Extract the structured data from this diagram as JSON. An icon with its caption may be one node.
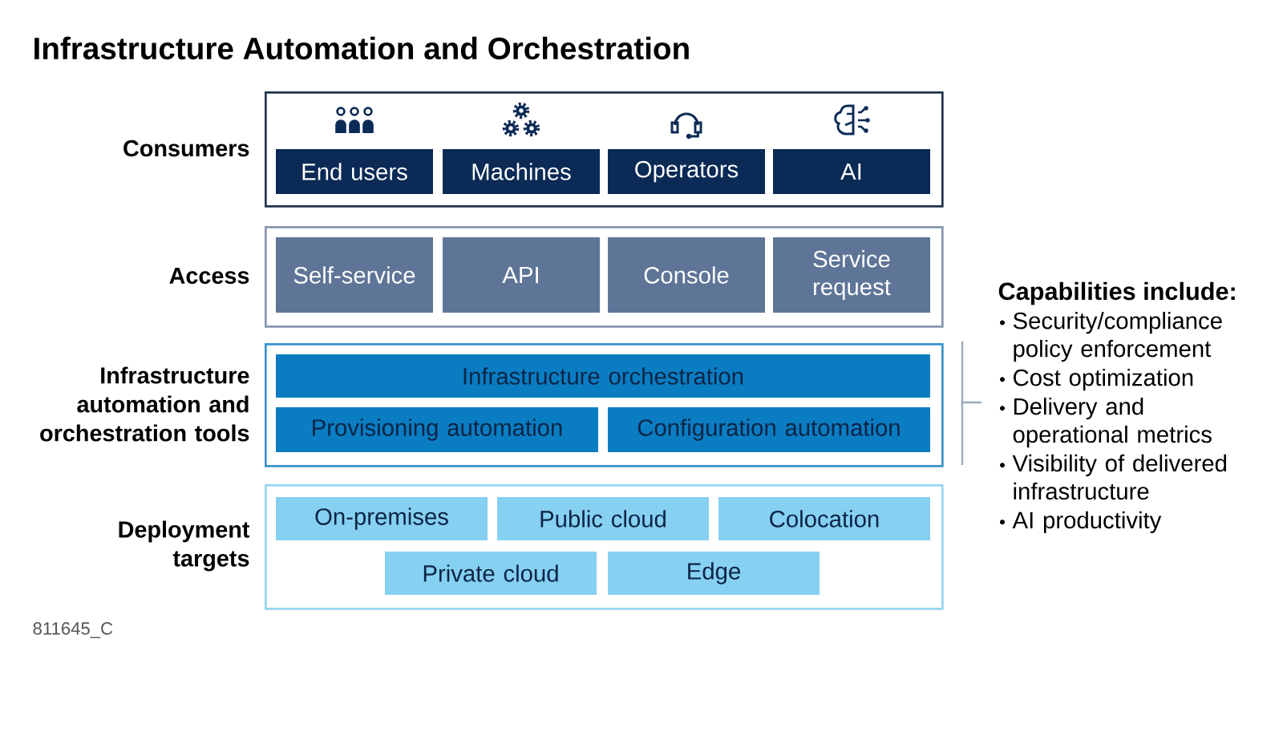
{
  "diagram": {
    "title": "Infrastructure Automation and Orchestration",
    "nodes": [
      {
        "text": [
          "Consumers"
        ]
      },
      {
        "text": [
          "End users"
        ],
        "in": 0
      },
      {
        "text": [
          "Machines"
        ],
        "in": 0
      },
      {
        "text": [
          "Operators"
        ],
        "in": 0
      },
      {
        "text": [
          "AI"
        ],
        "in": 0
      },
      {
        "text": [
          "Access"
        ]
      },
      {
        "text": [
          "Self-service"
        ],
        "in": 5
      },
      {
        "text": [
          "API"
        ],
        "in": 5
      },
      {
        "text": [
          "Console"
        ],
        "in": 5
      },
      {
        "text": [
          "Service request"
        ],
        "in": 5
      },
      {
        "text": [
          "Infrastructure automation and orchestration tools"
        ]
      },
      {
        "text": [
          "Infrastructure orchestration"
        ],
        "in": 10
      },
      {
        "text": [
          "Provisioning automation"
        ],
        "in": 10
      },
      {
        "text": [
          "Configuration automation"
        ],
        "in": 10
      },
      {
        "text": [
          "Deployment targets"
        ]
      },
      {
        "text": [
          "On-premises"
        ],
        "in": 14
      },
      {
        "text": [
          "Public cloud"
        ],
        "in": 14
      },
      {
        "text": [
          "Colocation"
        ],
        "in": 14
      },
      {
        "text": [
          "Private cloud"
        ],
        "in": 14
      },
      {
        "text": [
          "Edge"
        ],
        "in": 14
      }
    ],
    "labels": [
      "Capabilities include:",
      "Security/compliance policy enforcement",
      "Cost optimization",
      "Delivery and operational metrics",
      "Visibility of delivered infrastructure",
      "AI productivity",
      "811645_C"
    ]
  }
}
